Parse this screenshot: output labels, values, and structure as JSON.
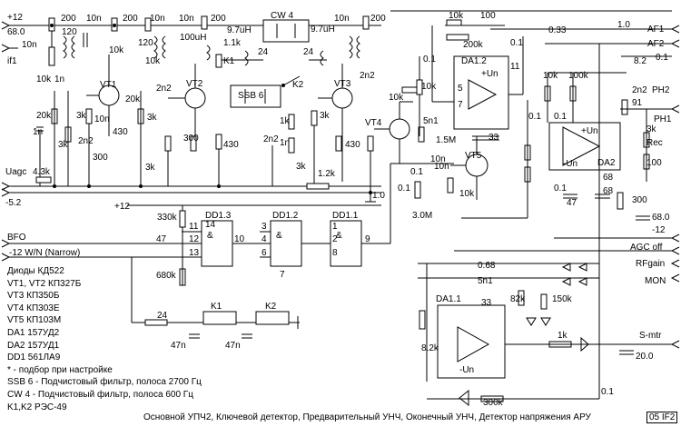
{
  "caption": "Основной УПЧ2, Ключевой детектор, Предварительный УНЧ, Оконечный УНЧ, Детектор напряжения АРУ",
  "code": "05 IF2",
  "ports": {
    "plus12_top": "+12",
    "v680": "68.0",
    "if1": "if1",
    "uagc": "Uagc",
    "minus52": "-5.2",
    "plus12_mid": "+12",
    "bfo": "BFO",
    "narrow": "-12  W/N (Narrow)",
    "af1": "AF1",
    "af2": "AF2",
    "ph2": "PH2",
    "ph1": "PH1",
    "rec": "Rec",
    "v680r": "68.0",
    "minus12": "-12",
    "agcoff": "AGC off",
    "rfgain": "RFgain",
    "mon": "MON",
    "smtr": "S-mtr",
    "v200": "20.0"
  },
  "parts": {
    "vt1": "VT1",
    "vt2": "VT2",
    "vt3": "VT3",
    "vt4": "VT4",
    "vt5": "VT5",
    "da12": "DA1.2",
    "da11": "DA1.1",
    "da2": "DA2",
    "dd13": "DD1.3",
    "dd12": "DD1.2",
    "dd11": "DD1.1",
    "ssb6": "SSB 6",
    "cw4": "CW 4",
    "k1": "K1",
    "k2": "K2",
    "k1b": "K1",
    "k2b": "K2",
    "amp": "&",
    "unp": "+Un",
    "unm": "-Un",
    "pin5": "5",
    "pin7": "7",
    "pin11": "11",
    "pin10": "10",
    "pin14": "14",
    "pin12": "12",
    "pin13": "13",
    "pin1": "1",
    "pin2": "2",
    "pin3": "3",
    "pin4": "4",
    "pin6": "6",
    "pin8": "8",
    "pin9": "9"
  },
  "values": {
    "r200a": "200",
    "c10na": "10n",
    "r200b": "200",
    "c10nb": "10n",
    "c10nc": "10n",
    "r200c": "200",
    "c10nd": "10n",
    "r200d": "200",
    "c120a": "120",
    "c120b": "120",
    "c10ne": "10n",
    "r10ka": "10k",
    "c1na": "1n",
    "r20k": "20k",
    "r20kb": "20k",
    "r3ka": "3k",
    "c1nb": "1n",
    "r3kb": "3k",
    "r430a": "430",
    "c300a": "300",
    "c2n2a": "2n2",
    "c2n2b": "2n2",
    "c10nf": "10n",
    "r10kb": "10k",
    "r10kc": "10k",
    "c100uh": "100uH",
    "l97a": "9.7uH",
    "l97b": "9.7uH",
    "r11k": "1.1k",
    "c24a": "24",
    "c24b": "24",
    "r3kc": "3k",
    "r430b": "430",
    "c300b": "300",
    "r3kd": "3k",
    "r1k": "1k",
    "c1nc": "1n",
    "r3ke": "3k",
    "r430c": "430",
    "r3kf": "3k",
    "c2n2c": "2n2",
    "c2n2d": "2n2",
    "r43k": "4.3k",
    "r12k": "1.2k",
    "c10ng": "10n",
    "r10kd": "10k",
    "r10ke": "10k",
    "c100": "100",
    "r200k": "200k",
    "c01a": "0.1",
    "c033": "0.33",
    "c10": "1.0",
    "c01b": "0.1",
    "c01c": "0.1",
    "c01d": "0.1",
    "r10kf": "10k",
    "c5n1a": "5n1",
    "r15m": "1.5M",
    "c33a": "33",
    "c01e": "0.1",
    "c10nh": "10n",
    "r10kg": "10k",
    "r10kh": "10k",
    "r100k": "100k",
    "c82": "8.2",
    "c01f": "0.1",
    "c2n2e": "2n2",
    "r91": "91",
    "r3kg": "3k",
    "r100": "100",
    "c68a": "68",
    "c68b": "68",
    "c47a": "47",
    "r300": "300",
    "c01g": "0.1",
    "c10b": "1.0",
    "r30m": "3.0M",
    "c01h": "0.1",
    "r330k": "330k",
    "c47b": "47",
    "r680k": "680k",
    "r24": "24",
    "c47nc": "47n",
    "c47nd": "47n",
    "c068": "0.68",
    "c5n1b": "5n1",
    "c33b": "33",
    "r82k": "82k",
    "r150k": "150k",
    "r82kb": "8.2k",
    "r1kb": "1k",
    "r300k": "300k",
    "c01i": "0.1"
  },
  "notes": [
    "Диоды    КД522",
    "VT1, VT2  КП327Б",
    "VT3        КП350Б",
    "VT4        КП303Е",
    "VT5        КП103М",
    "DA1        157УД2",
    "DA2        157УД1",
    "DD1        561ЛА9",
    "* - подбор при настройке",
    "SSB 6 - Подчистовый фильтр, полоса 2700 Гц",
    "CW 4 - Подчистовый фильтр, полоса  600 Гц",
    "K1,K2  РЭС-49"
  ]
}
